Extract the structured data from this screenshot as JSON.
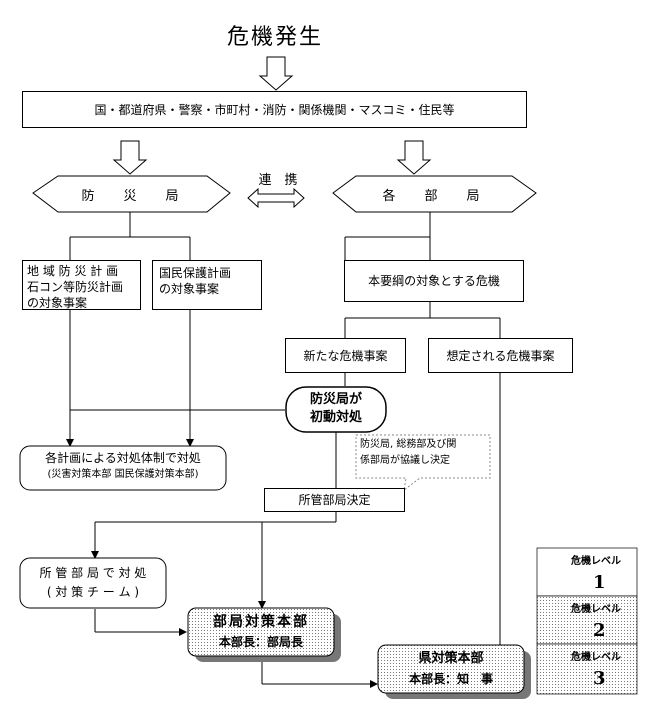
{
  "title": "危機発生",
  "agencies": "国・都道府県・警察・市町村・消防・関係機関・マスコミ・住民等",
  "bousaikyoku": "防　災　局",
  "renkei": "連　携",
  "kakubukyoku": "各　部　局",
  "plan_regional": [
    "地 域 防 災 計 画",
    "石コン等防災計画",
    "の対象事案"
  ],
  "plan_civil": [
    "国民保護計画",
    "の対象事案"
  ],
  "target_crisis": "本要綱の対象とする危機",
  "new_crisis": "新たな危機事案",
  "expected_crisis": "想定される危機事案",
  "initial_response": [
    "防災局が",
    "初動対処"
  ],
  "plan_response": [
    "各計画による対処体制で対処",
    "(災害対策本部 国民保護対策本部)"
  ],
  "consult_note": [
    "防災局, 総務部及び関",
    "係部局が協議し決定"
  ],
  "dept_decision": "所管部局決定",
  "dept_response": [
    "所 管 部 局 で 対 処",
    "( 対 策 チ ー ム )"
  ],
  "dept_hq": [
    "部局対策本部",
    "本部長：部局長"
  ],
  "pref_hq": [
    "県対策本部",
    "本部長：知　事"
  ],
  "levels": [
    {
      "label": "危機レベル",
      "num": "1"
    },
    {
      "label": "危機レベル",
      "num": "2"
    },
    {
      "label": "危機レベル",
      "num": "3"
    }
  ]
}
